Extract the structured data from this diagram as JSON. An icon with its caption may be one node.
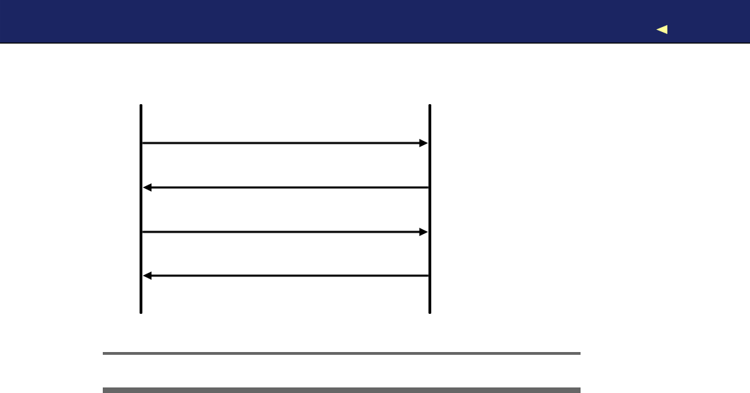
{
  "diagram": {
    "nodes": [
      {
        "text": [],
        "shape": "bar"
      },
      {
        "text": [],
        "shape": "bar"
      }
    ],
    "edges": [
      {
        "from": 0,
        "to": 1,
        "arrow": "to"
      },
      {
        "from": 1,
        "to": 0,
        "arrow": "to"
      },
      {
        "from": 0,
        "to": 1,
        "arrow": "to"
      },
      {
        "from": 1,
        "to": 0,
        "arrow": "to"
      }
    ]
  }
}
